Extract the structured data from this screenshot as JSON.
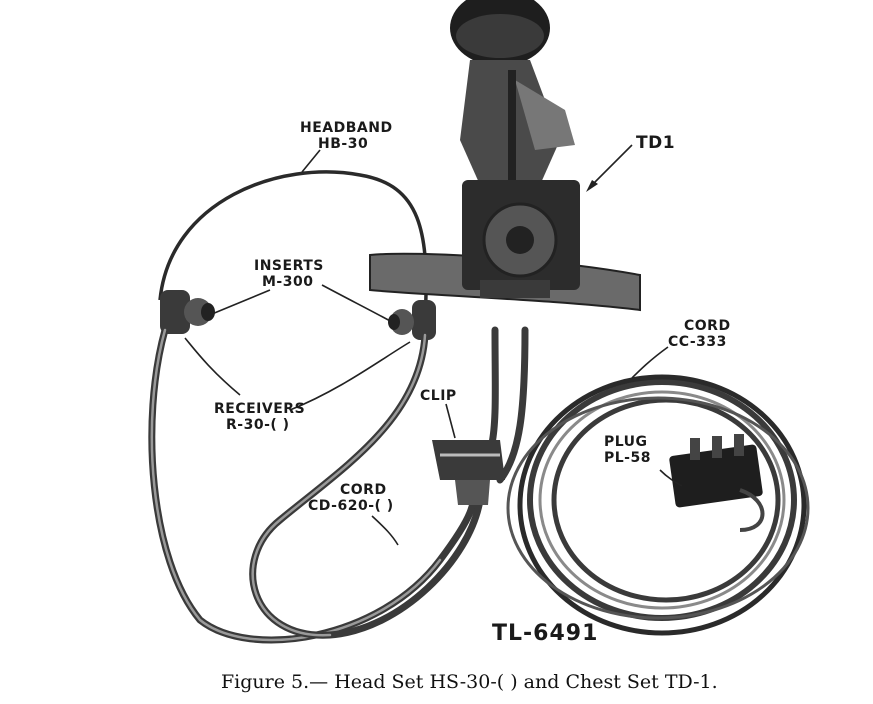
{
  "labels": {
    "headband": {
      "line1": "HEADBAND",
      "line2": "HB-30"
    },
    "td1": "TD1",
    "inserts": {
      "line1": "INSERTS",
      "line2": "M-300"
    },
    "receivers": {
      "line1": "RECEIVERS",
      "line2": "R-30-( )"
    },
    "clip": "CLIP",
    "cord_cc": {
      "line1": "CORD",
      "line2": "CC-333"
    },
    "plug": {
      "line1": "PLUG",
      "line2": "PL-58"
    },
    "cord_cd": {
      "line1": "CORD",
      "line2": "CD-620-( )"
    },
    "drawing_number": "TL-6491"
  },
  "caption": "Figure 5.— Head Set HS-30-(    ) and Chest Set TD-1.",
  "colors": {
    "ink": "#1a1a1a",
    "paper": "#ffffff",
    "cable": "#3a3a3a"
  }
}
